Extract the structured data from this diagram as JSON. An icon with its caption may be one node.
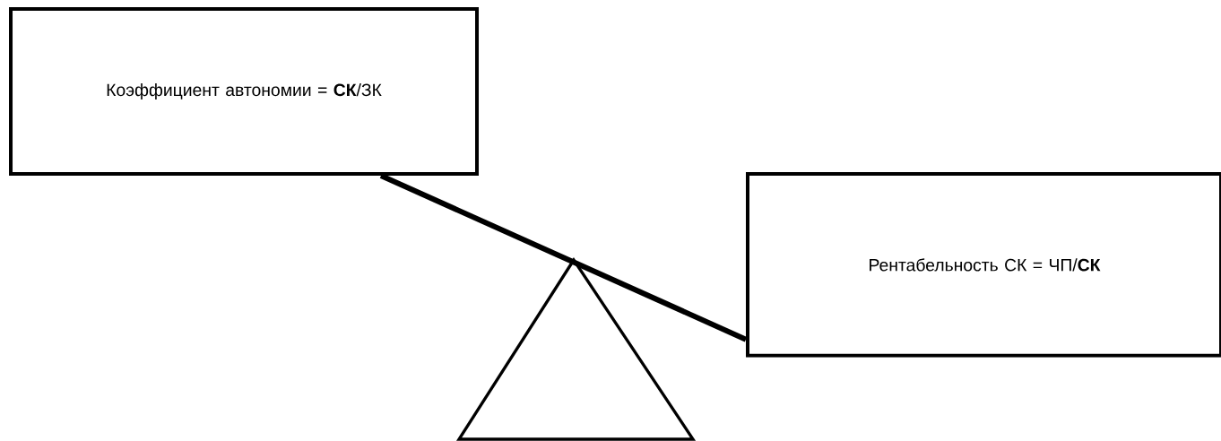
{
  "diagram": {
    "nodes": [
      {
        "text": [
          "Коэффициент автономии = **СК**/ЗК"
        ]
      },
      {
        "text": [
          "Рентабельность СК = ЧП/**СК**"
        ]
      }
    ],
    "edges": [
      {
        "from": 0,
        "to": 1,
        "arrow": "none"
      }
    ]
  }
}
